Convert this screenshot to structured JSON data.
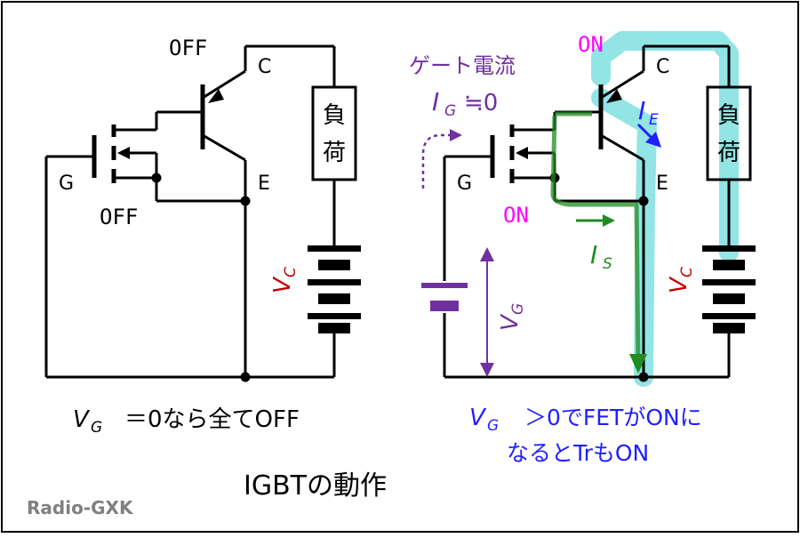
{
  "title": "IGBTの動作",
  "watermark": "Radio-GXK",
  "left": {
    "tr_state": "OFF",
    "fet_state": "OFF",
    "label_c": "C",
    "label_e": "E",
    "label_g": "G",
    "load": [
      "負",
      "荷"
    ],
    "vc_main": "V",
    "vc_sub": "C",
    "caption_v": "V",
    "caption_sub": "G",
    "caption_rest": "＝0なら全てOFF"
  },
  "right": {
    "tr_state": "ON",
    "fet_state": "ON",
    "label_c": "C",
    "label_e": "E",
    "label_g": "G",
    "load": [
      "負",
      "荷"
    ],
    "vc_main": "V",
    "vc_sub": "C",
    "vg_main": "V",
    "vg_sub": "G",
    "gate_current_label": "ゲート電流",
    "ig_main": "I",
    "ig_sub": "G",
    "ig_rest": "≒0",
    "ie_main": "I",
    "ie_sub": "E",
    "is_main": "I",
    "is_sub": "S",
    "caption_line1_v": "V",
    "caption_line1_sub": "G",
    "caption_line1_rest": "＞0でFETがONに",
    "caption_line2": "なるとTrもON"
  },
  "colors": {
    "wire": "#000000",
    "state": "#ff00ff",
    "vc": "#c00000",
    "gate": "#7030a0",
    "source_current": "#228b22",
    "emitter_current": "#1f1fff",
    "highlight": "#7fdfe0",
    "caption_right": "#1f1fff",
    "watermark": "#808080"
  }
}
